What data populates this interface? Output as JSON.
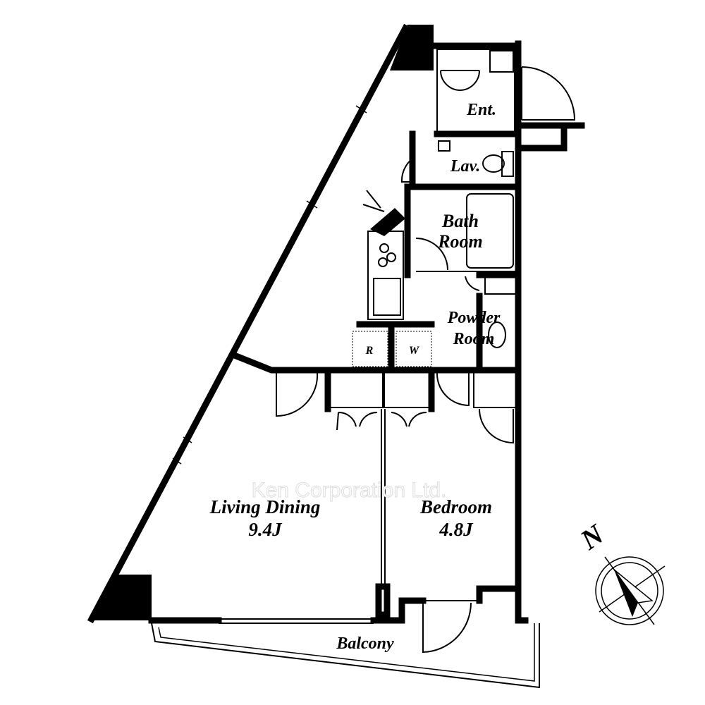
{
  "rooms": {
    "entrance": "Ent.",
    "lavatory": "Lav.",
    "bath_line1": "Bath",
    "bath_line2": "Room",
    "powder_line1": "Powder",
    "powder_line2": "Room",
    "living_name": "Living Dining",
    "living_size": "9.4J",
    "bedroom_name": "Bedroom",
    "bedroom_size": "4.8J",
    "balcony": "Balcony",
    "fridge": "R",
    "washer": "W"
  },
  "compass": {
    "label": "N"
  },
  "watermark": "Ken Corporation Ltd."
}
